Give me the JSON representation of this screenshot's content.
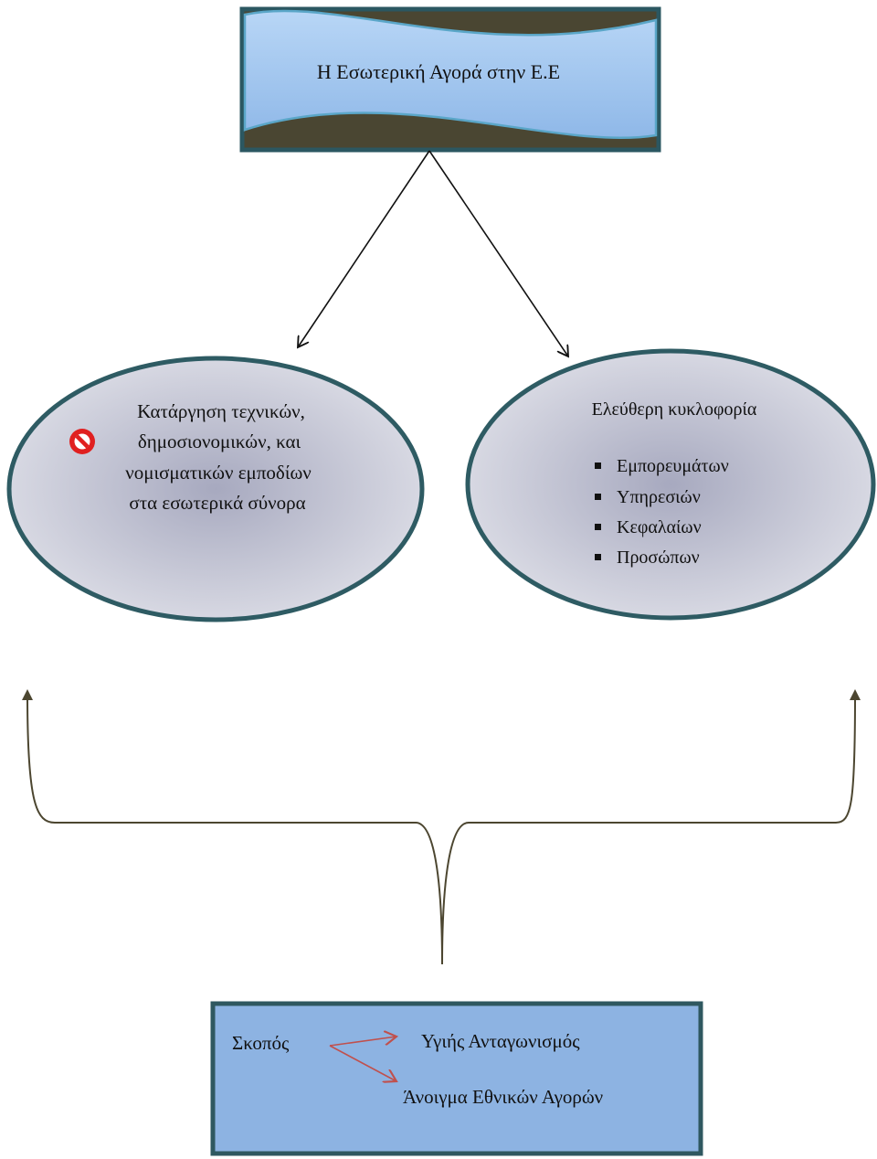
{
  "title_box": {
    "text": "Η Εσωτερική Αγορά στην Ε.Ε"
  },
  "left_node": {
    "lines": [
      "Κατάργηση τεχνικών,",
      "δημοσιονομικών, και",
      "νομισματικών εμποδίων",
      "στα εσωτερικά σύνορα"
    ],
    "icon": "no-entry-icon"
  },
  "right_node": {
    "heading": "Ελεύθερη κυκλοφορία",
    "items": [
      "Εμπορευμάτων",
      "Υπηρεσιών",
      "Κεφαλαίων",
      "Προσώπων"
    ],
    "bullet_icon": "square-bullet-icon"
  },
  "purpose_box": {
    "label": "Σκοπός",
    "targets": [
      "Υγιής Ανταγωνισμός",
      "Άνοιγμα Εθνικών Αγορών"
    ]
  },
  "colors": {
    "title_fill": "#9dc3ee",
    "title_band": "#4a4632",
    "title_border": "#2b5761",
    "ellipse_border": "#2e5b63",
    "ellipse_center": "#a7a9bf",
    "ellipse_edge": "#dcdde6",
    "purpose_fill": "#8db3e2",
    "purpose_border": "#2f5860",
    "brace_color": "#4c4630",
    "accent_arrow": "#c0504d",
    "no_entry": "#e02020"
  }
}
